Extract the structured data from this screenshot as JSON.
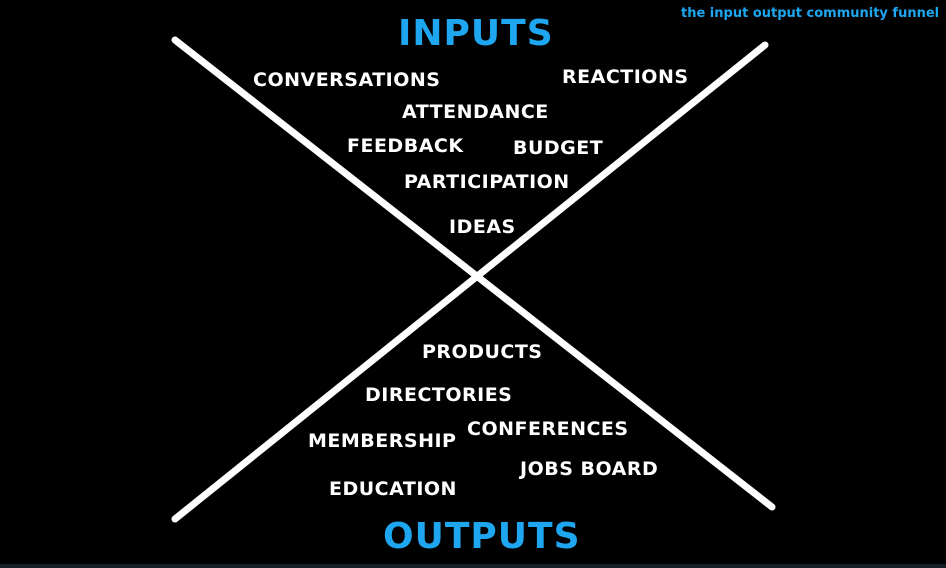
{
  "tagline": "the input output community funnel",
  "inputs": {
    "heading": "INPUTS",
    "items": [
      "CONVERSATIONS",
      "REACTIONS",
      "ATTENDANCE",
      "FEEDBACK",
      "BUDGET",
      "PARTICIPATION",
      "IDEAS"
    ]
  },
  "outputs": {
    "heading": "OUTPUTS",
    "items": [
      "PRODUCTS",
      "DIRECTORIES",
      "CONFERENCES",
      "MEMBERSHIP",
      "JOBS BOARD",
      "EDUCATION"
    ]
  },
  "colors": {
    "background": "#000000",
    "heading": "#1ea7f0",
    "text": "#ffffff",
    "lines": "#ffffff"
  }
}
